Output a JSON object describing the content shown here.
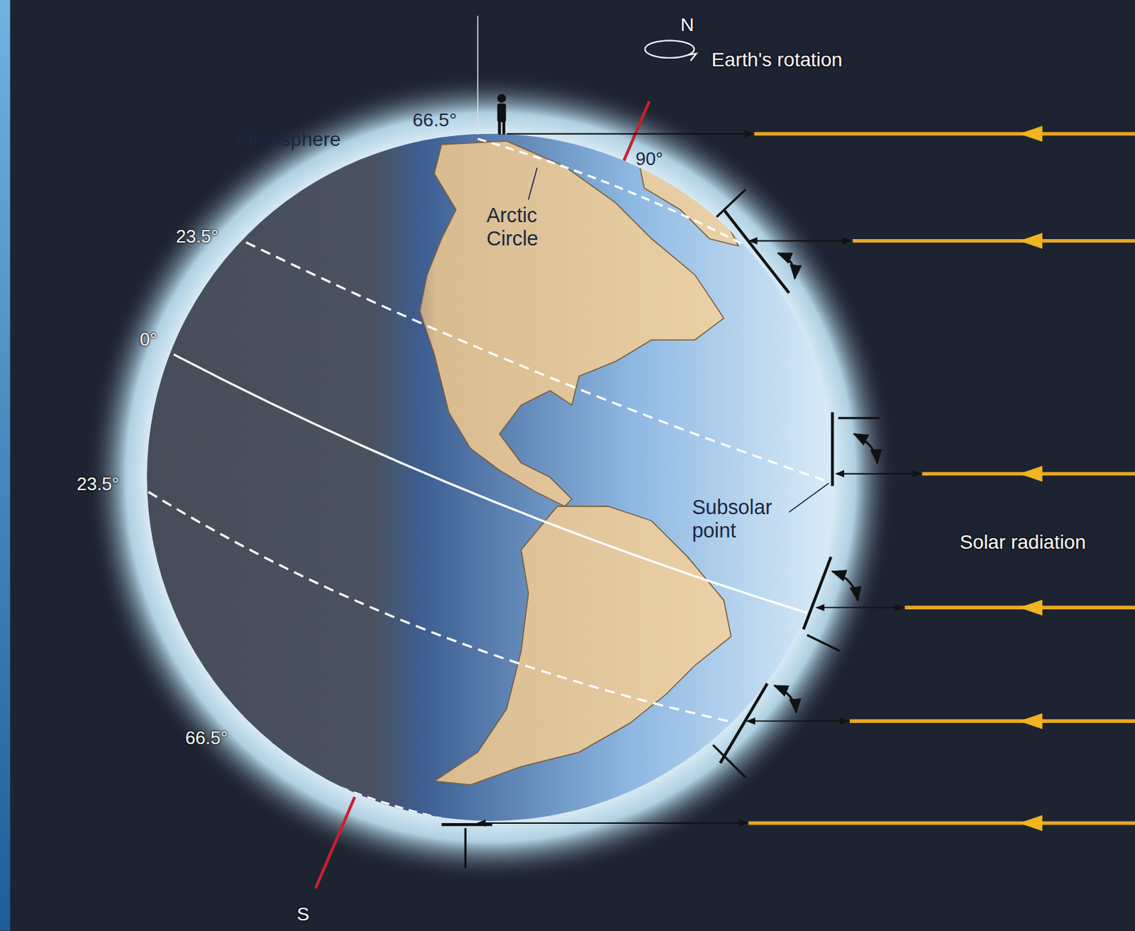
{
  "diagram": {
    "labels": [
      "N",
      "Earth's rotation",
      "66.5°",
      "Atmosphere",
      "90°",
      "23.5°",
      "Arctic Circle",
      "0°",
      "23.5°",
      "Subsolar point",
      "Solar radiation",
      "66.5°",
      "S"
    ]
  }
}
